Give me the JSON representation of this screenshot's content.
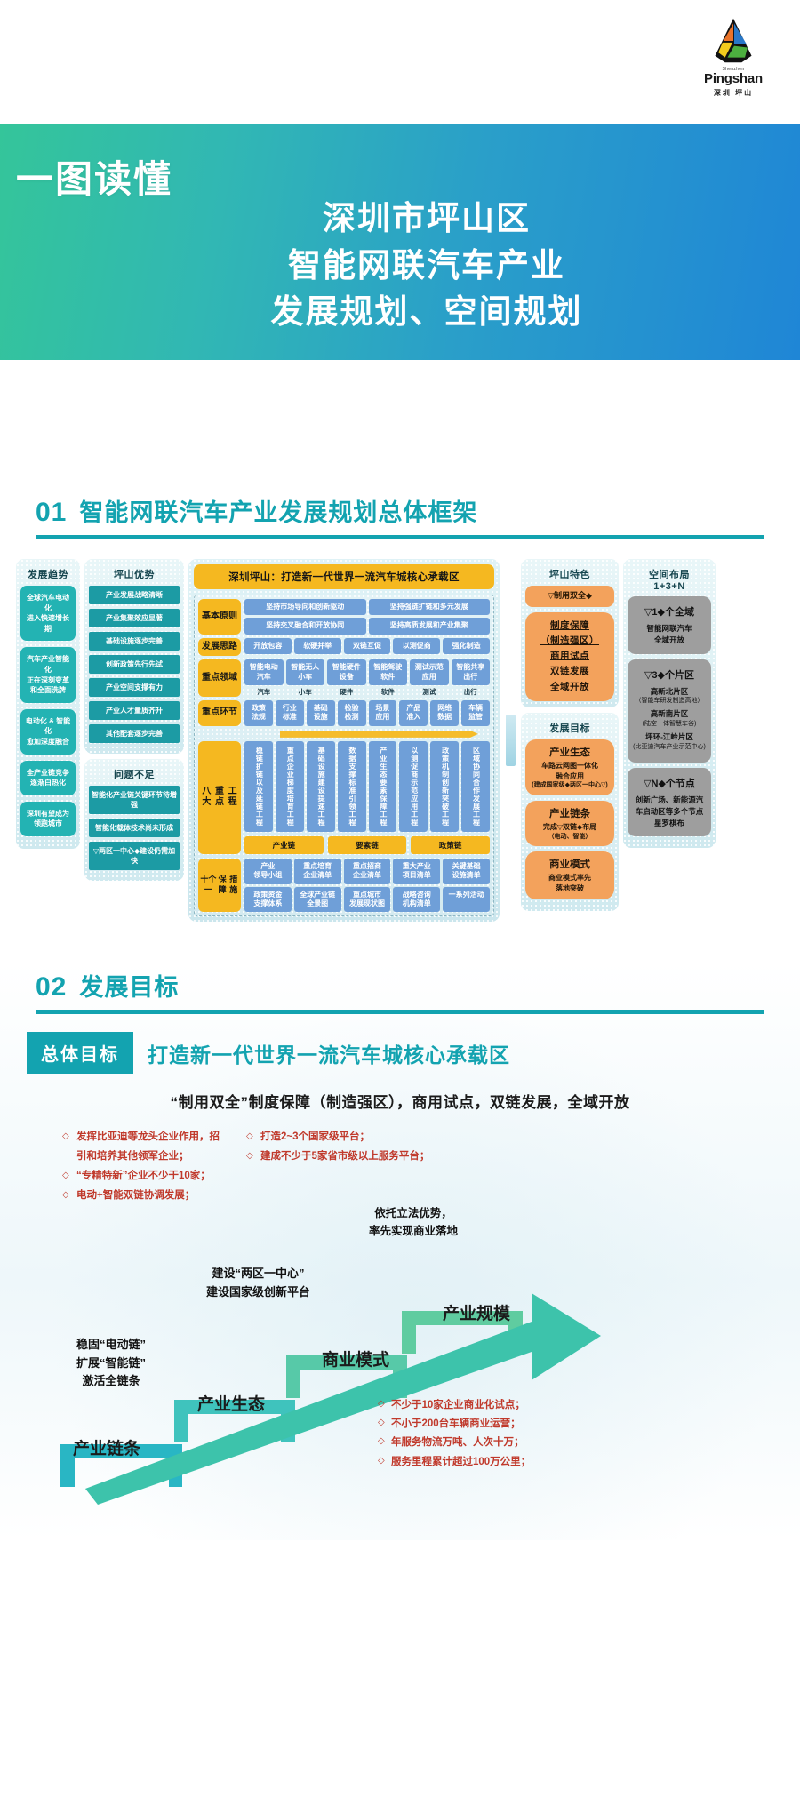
{
  "logo": {
    "pinyin_small": "Shenzhen",
    "pinyin": "Pingshan",
    "chinese": "深圳 坪山"
  },
  "hero": {
    "kicker": "一图读懂",
    "title_lines": [
      "深圳市坪山区",
      "智能网联汽车产业",
      "发展规划、空间规划"
    ]
  },
  "section01": {
    "number": "01",
    "title": "智能网联汽车产业发展规划总体框架"
  },
  "trend": {
    "title": "发展趋势",
    "items": [
      "全球汽车电动化\n进入快速增长期",
      "汽车产业智能化\n正在深刻变革\n和全面洗牌",
      "电动化 & 智能化\n愈加深度融合",
      "全产业链竞争\n逐渐白热化",
      "深圳有望成为\n领跑城市"
    ]
  },
  "advantage": {
    "title": "坪山优势",
    "items": [
      "产业发展战略清晰",
      "产业集聚效应显著",
      "基础设施逐步完善",
      "创新政策先行先试",
      "产业空间支撑有力",
      "产业人才量质齐升",
      "其他配套逐步完善"
    ]
  },
  "problems": {
    "title": "问题不足",
    "items": [
      "智能化产业链关键环节待增强",
      "智能化载体技术尚未形成",
      "▽两区一中心◆建设仍需加快"
    ]
  },
  "core": {
    "header": "深圳坪山：打造新一代世界一流汽车城核心承载区",
    "rows": [
      {
        "label": "基本\n原则",
        "items": [
          "坚持市场导向和创新驱动",
          "坚持强链扩链和多元发展",
          "坚持交叉融合和开放协同",
          "坚持高质发展和产业集聚"
        ]
      },
      {
        "label": "发展\n思路",
        "items": [
          "开放包容",
          "软硬并举",
          "双链互促",
          "以测促商",
          "强化制造"
        ]
      },
      {
        "label": "重点\n领域",
        "items": [
          "智能电动\n汽车",
          "智能无人\n小车",
          "智能硬件\n设备",
          "智能驾驶\n软件",
          "测试示范\n应用",
          "智能共享\n出行"
        ],
        "sublabels": [
          "汽车",
          "小车",
          "硬件",
          "软件",
          "测试",
          "出行"
        ]
      },
      {
        "label": "重点\n环节",
        "items": [
          "政策\n法规",
          "行业\n标准",
          "基础\n设施",
          "检验\n检测",
          "场景\n应用",
          "产品\n准入",
          "网络\n数据",
          "车辆\n监管"
        ]
      }
    ],
    "engineering": {
      "label": "八大\n重点\n工程",
      "items": [
        "稳链扩链以及延链工程",
        "重点企业梯度培育工程",
        "基础设施建设提速工程",
        "数据支撑标准引领工程",
        "产业生态要素保障工程",
        "以测促商示范应用工程",
        "政策机制创新突破工程",
        "区域协同合作发展工程"
      ]
    },
    "chains": [
      "产业链",
      "要素链",
      "政策链"
    ],
    "safeguard": {
      "label": "十个一\n保障\n措施",
      "items": [
        "产业\n领导小组",
        "重点培育\n企业清单",
        "重点招商\n企业清单",
        "重大产业\n项目清单",
        "关键基础\n设施清单",
        "政策资金\n支撑体系",
        "全球产业链\n全景图",
        "重点城市\n发展现状图",
        "战略咨询\n机构清单",
        "一系列活动"
      ]
    }
  },
  "features": {
    "title": "坪山特色",
    "tag": "▽制用双全◆",
    "block_lines": [
      "制度保障",
      "（制造强区）",
      "商用试点",
      "双链发展",
      "全域开放"
    ],
    "goals_title": "发展目标",
    "goals": [
      {
        "name": "产业生态",
        "desc": "车路云网图一体化\n融合应用",
        "note": "(建成国家级◆两区一中心▽)"
      },
      {
        "name": "产业链条",
        "desc": "完成▽双链◆布局",
        "note": "（电动、智能）"
      },
      {
        "name": "商业模式",
        "desc": "商业模式率先\n落地突破",
        "note": ""
      }
    ]
  },
  "space": {
    "title": "空间布局\n1+3+N",
    "blocks": [
      {
        "head": "▽1◆个全域",
        "lines": [
          "智能网联汽车",
          "全域开放"
        ],
        "subs": []
      },
      {
        "head": "▽3◆个片区",
        "lines": [],
        "subs": [
          {
            "name": "高新北片区",
            "note": "（智能车研发制造高地）"
          },
          {
            "name": "高新南片区",
            "note": "(陆空一体智慧车谷)"
          },
          {
            "name": "坪环-江岭片区",
            "note": "(比亚迪汽车产业示范中心)"
          }
        ]
      },
      {
        "head": "▽N◆个节点",
        "lines": [
          "创新广场、新能源汽",
          "车启动区等多个节点",
          "星罗棋布"
        ],
        "subs": []
      }
    ]
  },
  "section02": {
    "number": "02",
    "title": "发展目标",
    "overall_tag": "总体目标",
    "overall_text": "打造新一代世界一流汽车城核心承载区",
    "subgoal": "“制用双全”制度保障（制造强区），商用试点，双链发展，全域开放",
    "bullets_left": [
      "发挥比亚迪等龙头企业作用，招",
      "引和培养其他领军企业；",
      "“专精特新”企业不少于10家；",
      "电动+智能双链协调发展；"
    ],
    "bullets_left_items": [
      "发挥比亚迪等龙头企业作用，招\n引和培养其他领军企业；",
      "“专精特新”企业不少于10家；",
      "电动+智能双链协调发展；"
    ],
    "bullets_right_items": [
      "打造2~3个国家级平台；",
      "建成不少于5家省市级以上服务平台；"
    ],
    "legal_note": "依托立法优势，\n率先实现商业落地",
    "center_note": "建设“两区一中心”\n建设国家级创新平台",
    "stairs": [
      {
        "label": "产业链条"
      },
      {
        "label": "产业生态"
      },
      {
        "label": "商业模式"
      },
      {
        "label": "产业规模"
      }
    ],
    "chain_note": "稳固“电动链”\n扩展“智能链”\n激活全链条",
    "scale_notes": [
      "不少于10家企业商业化试点；",
      "不小于200台车辆商业运营；",
      "年服务物流万吨、人次十万；",
      "服务里程累计超过100万公里；"
    ]
  },
  "colors": {
    "teal": "#13a3b0",
    "orange": "#f3a25c",
    "yellow": "#f5b820",
    "blue": "#6f9fd8",
    "gray": "#9e9e9e",
    "red": "#c0392b"
  }
}
